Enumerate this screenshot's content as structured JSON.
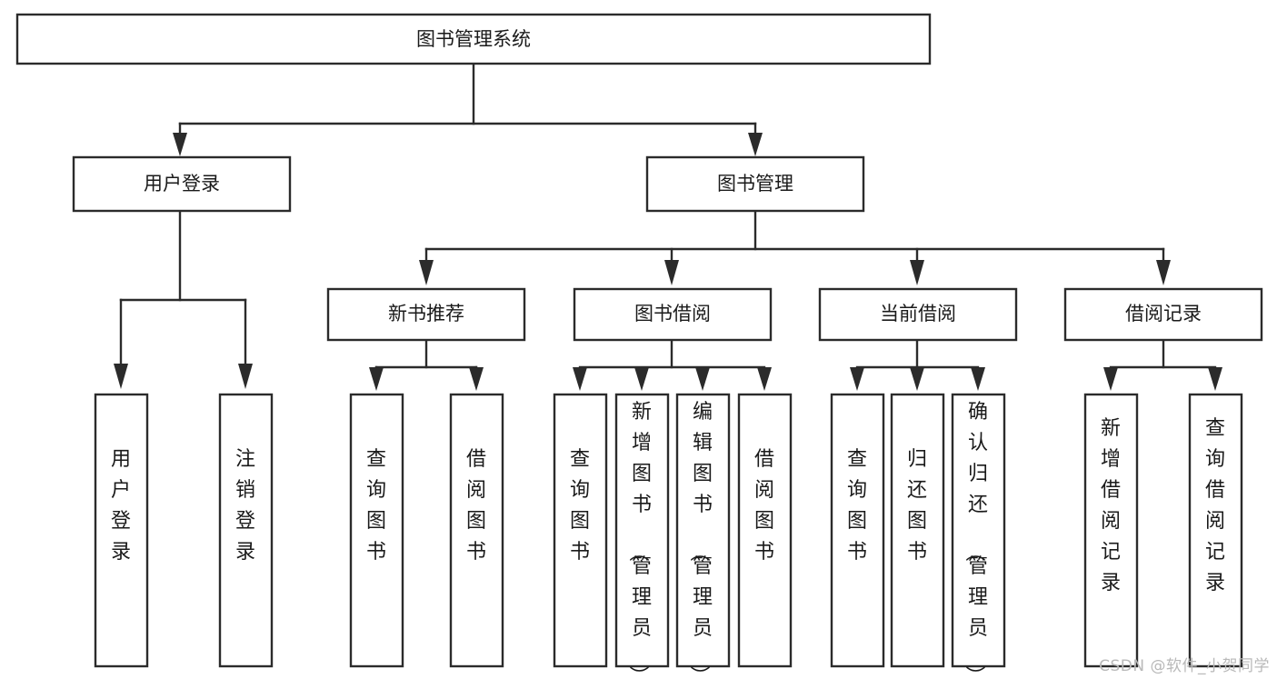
{
  "diagram": {
    "title": "图书管理系统",
    "type": "tree-hierarchy-chart",
    "watermark": "CSDN @软件_小贺同学",
    "root": {
      "id": "root",
      "label": "图书管理系统"
    },
    "level1": [
      {
        "id": "user-login",
        "label": "用户登录"
      },
      {
        "id": "book-manage",
        "label": "图书管理"
      }
    ],
    "level2": [
      {
        "id": "new-book-rec",
        "label": "新书推荐",
        "parent": "book-manage"
      },
      {
        "id": "book-borrow",
        "label": "图书借阅",
        "parent": "book-manage"
      },
      {
        "id": "current-borrow",
        "label": "当前借阅",
        "parent": "book-manage"
      },
      {
        "id": "borrow-record",
        "label": "借阅记录",
        "parent": "book-manage"
      }
    ],
    "leaves": [
      {
        "id": "leaf-user-login",
        "label": "用户登录",
        "parent": "user-login"
      },
      {
        "id": "leaf-user-logout",
        "label": "注销登录",
        "parent": "user-login"
      },
      {
        "id": "leaf-query-book-1",
        "label": "查询图书",
        "parent": "new-book-rec"
      },
      {
        "id": "leaf-borrow-book-1",
        "label": "借阅图书",
        "parent": "new-book-rec"
      },
      {
        "id": "leaf-query-book-2",
        "label": "查询图书",
        "parent": "book-borrow"
      },
      {
        "id": "leaf-add-book",
        "label": "新增图书（管理员）",
        "parent": "book-borrow"
      },
      {
        "id": "leaf-edit-book",
        "label": "编辑图书（管理员）",
        "parent": "book-borrow"
      },
      {
        "id": "leaf-borrow-book-2",
        "label": "借阅图书",
        "parent": "book-borrow"
      },
      {
        "id": "leaf-query-book-3",
        "label": "查询图书",
        "parent": "current-borrow"
      },
      {
        "id": "leaf-return-book",
        "label": "归还图书",
        "parent": "current-borrow"
      },
      {
        "id": "leaf-confirm-return",
        "label": "确认归还（管理员）",
        "parent": "current-borrow"
      },
      {
        "id": "leaf-add-record",
        "label": "新增借阅记录",
        "parent": "borrow-record"
      },
      {
        "id": "leaf-query-record",
        "label": "查询借阅记录",
        "parent": "borrow-record"
      }
    ],
    "colors": {
      "stroke": "#2b2b2b",
      "fill": "#ffffff",
      "text": "#1a1a1a",
      "watermark": "#b9b9b9"
    }
  }
}
